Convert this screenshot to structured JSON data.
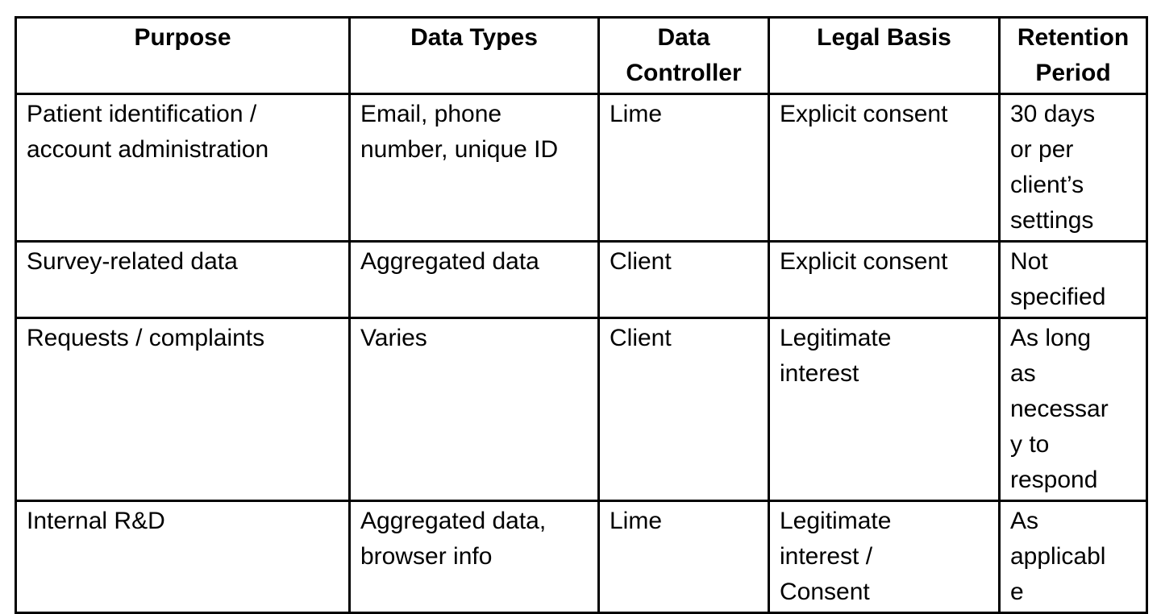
{
  "table": {
    "headers": [
      "Purpose",
      "Data Types",
      "Data Controller",
      "Legal Basis",
      "Retention Period"
    ],
    "rows": [
      [
        "Patient identification / account administration",
        "Email, phone number, unique ID",
        "Lime",
        "Explicit consent",
        "30 days or per client’s settings"
      ],
      [
        "Survey-related data",
        "Aggregated data",
        "Client",
        "Explicit consent",
        "Not specified"
      ],
      [
        "Requests / complaints",
        "Varies",
        "Client",
        "Legitimate interest",
        "As long as necessary to respond"
      ],
      [
        "Internal R&D",
        "Aggregated data, browser info",
        "Lime",
        "Legitimate interest / Consent",
        "As applicable"
      ]
    ]
  }
}
